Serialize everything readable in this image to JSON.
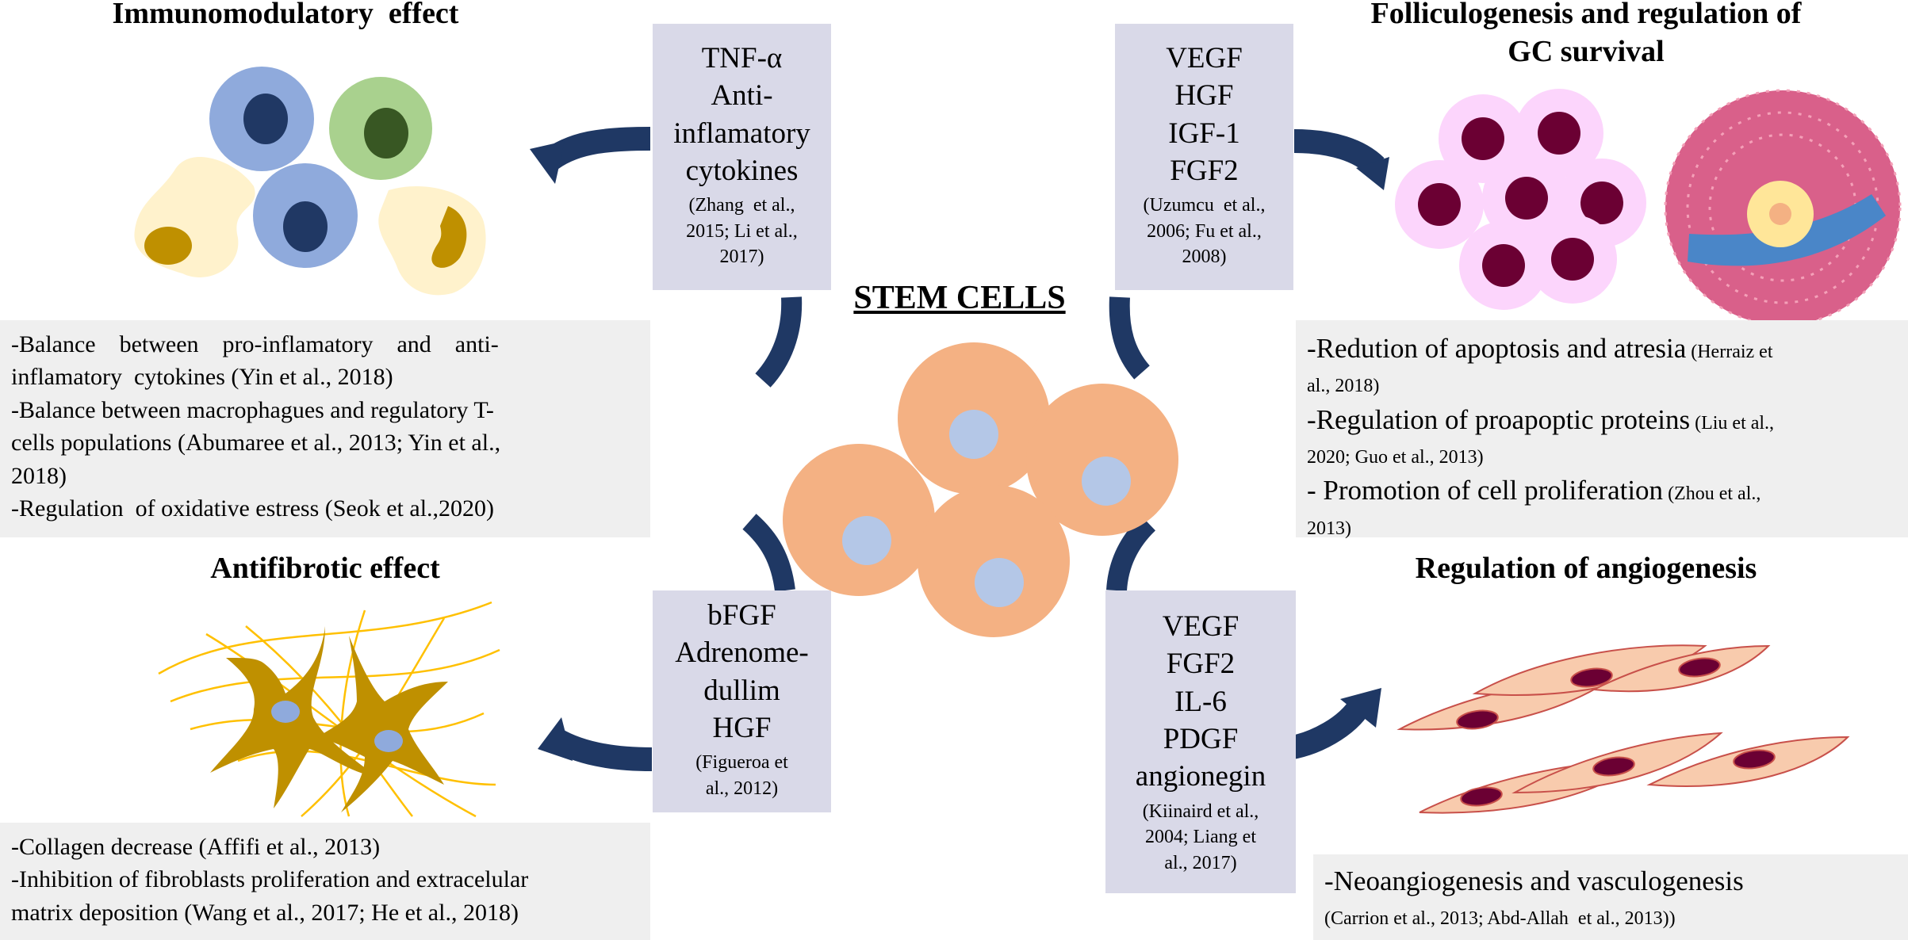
{
  "colors": {
    "arrow": "#1f3864",
    "factor_box": "#d9d9e8",
    "effect_box": "#efefef",
    "stem_cell": "#f4b183",
    "stem_nucleus": "#b4c7e7"
  },
  "center": {
    "title": "STEM CELLS"
  },
  "sections": {
    "immunomodulatory": {
      "title": "Immunomodulatory  effect",
      "factors": [
        "TNF-α",
        "Anti-",
        "inflamatory",
        "cytokines"
      ],
      "reference": [
        "(Zhang  et al.,",
        "2015; Li et al.,",
        "2017)"
      ],
      "effects": [
        "-Balance    between    pro-inflamatory    and    anti-",
        "inflamatory  cytokines (Yin et al., 2018)",
        "-Balance between macrophagues and regulatory T-",
        "cells populations (Abumaree et al., 2013; Yin et al.,",
        "2018)",
        "-Regulation  of oxidative estress (Seok et al.,2020)"
      ]
    },
    "folliculogenesis": {
      "title_line1": "Folliculogenesis and regulation of",
      "title_line2": "GC survival",
      "factors": [
        "VEGF",
        "HGF",
        "IGF-1",
        "FGF2"
      ],
      "reference": [
        "(Uzumcu  et al.,",
        "2006; Fu et al.,",
        "2008)"
      ],
      "effects": [
        {
          "text": "-Redution of apoptosis and atresia",
          "ref": " (Herraiz et"
        },
        {
          "text": "",
          "ref": "al., 2018)"
        },
        {
          "text": "-Regulation of proapoptic proteins",
          "ref": " (Liu et al.,"
        },
        {
          "text": "",
          "ref": "2020; Guo et al., 2013)"
        },
        {
          "text": "- Promotion of cell proliferation",
          "ref": " (Zhou et al.,"
        },
        {
          "text": "",
          "ref": "2013)"
        }
      ]
    },
    "antifibrotic": {
      "title": "Antifibrotic effect",
      "factors": [
        "bFGF",
        "Adrenome-",
        "dullim",
        "HGF"
      ],
      "reference": [
        "(Figueroa et",
        "al., 2012)"
      ],
      "effects": [
        "-Collagen decrease (Affifi et al., 2013)",
        "-Inhibition of fibroblasts proliferation and extracelular",
        "matrix deposition (Wang et al., 2017; He et al., 2018)"
      ]
    },
    "angiogenesis": {
      "title": "Regulation of angiogenesis",
      "factors": [
        "VEGF",
        "FGF2",
        "IL-6",
        "PDGF",
        "angionegin"
      ],
      "reference": [
        "(Kiinaird et al.,",
        "2004; Liang et",
        "al., 2017)"
      ],
      "effects": [
        {
          "text": "-Neoangiogenesis and vasculogenesis",
          "ref": ""
        },
        {
          "text": "",
          "ref": "(Carrion et al., 2013; Abd-Allah  et al., 2013))"
        }
      ]
    }
  }
}
